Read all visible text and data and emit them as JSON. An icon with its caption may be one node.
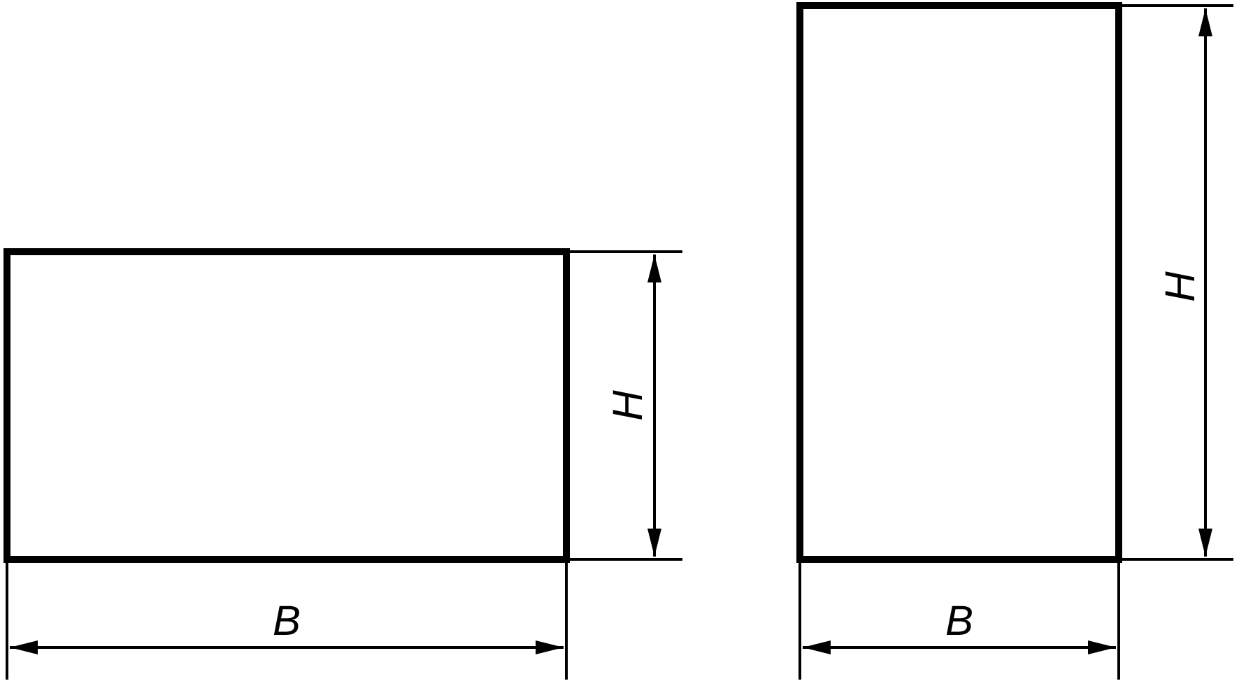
{
  "diagram": {
    "nodes": [
      {
        "text": [],
        "shape": "box"
      },
      {
        "text": [],
        "shape": "box"
      }
    ],
    "labels": [
      "H",
      "H",
      "B",
      "B"
    ]
  }
}
